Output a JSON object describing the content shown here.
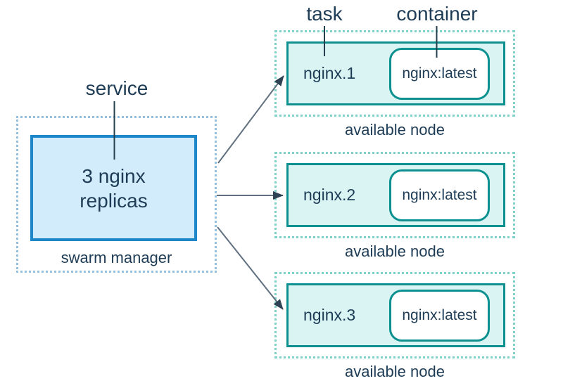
{
  "labels": {
    "service": "service",
    "task": "task",
    "container": "container"
  },
  "swarm_manager": {
    "caption": "swarm manager",
    "service_box_lines": [
      "3 nginx",
      "replicas"
    ]
  },
  "nodes": [
    {
      "task": "nginx.1",
      "container": "nginx:latest",
      "caption": "available node"
    },
    {
      "task": "nginx.2",
      "container": "nginx:latest",
      "caption": "available node"
    },
    {
      "task": "nginx.3",
      "container": "nginx:latest",
      "caption": "available node"
    }
  ],
  "colors": {
    "text": "#1e3c55",
    "service_border": "#1e87c9",
    "service_fill": "#d2ecfb",
    "swarm_dotted_border": "#93c1de",
    "node_border": "#0c9090",
    "node_fill": "#d9f4f3",
    "node_dotted_border": "#7fd2c8",
    "arrow_shaft": "#60707f",
    "arrow_head": "#2e4254",
    "pointer_line": "#24404f"
  }
}
